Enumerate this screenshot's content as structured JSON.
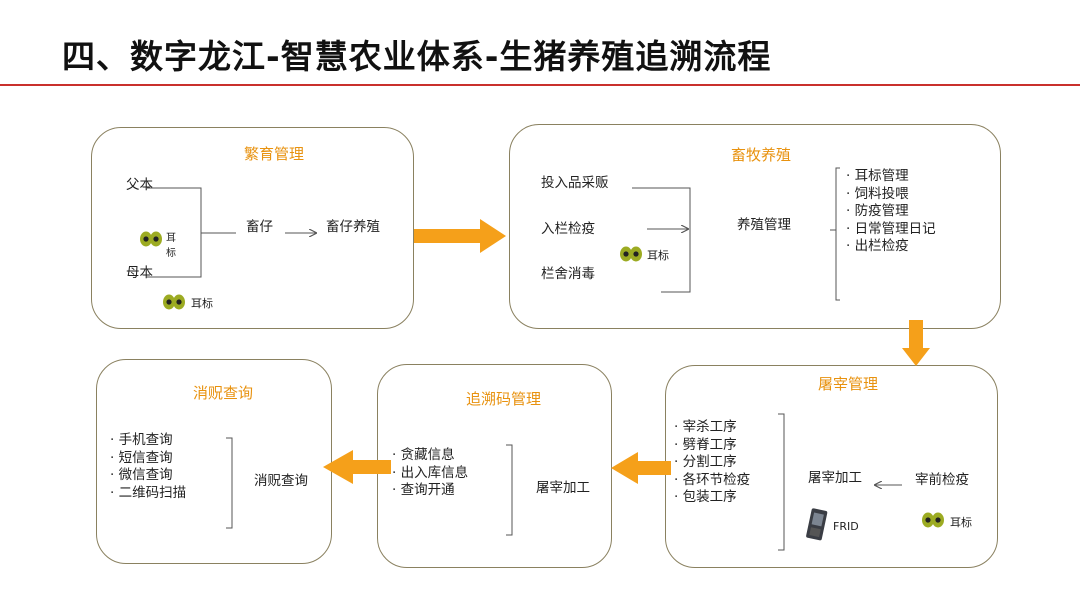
{
  "title": "四、数字龙江-智慧农业体系-生猪养殖追溯流程",
  "breeding": {
    "heading": "繁育管理",
    "father": "父本",
    "mother": "母本",
    "earTagInline1": "耳",
    "earTagInline2": "标",
    "earTag": "耳标",
    "piglet": "畜仔",
    "pigletRearing": "畜仔养殖"
  },
  "husbandry": {
    "heading": "畜牧养殖",
    "inputs": [
      "投入品采贩",
      "入栏检疫",
      "栏舍消毒"
    ],
    "earTag": "耳标",
    "center": "养殖管理",
    "items": [
      "耳标管理",
      "饲料投喂",
      "防疫管理",
      "日常管理日记",
      "出栏检疫"
    ]
  },
  "slaughter": {
    "heading": "屠宰管理",
    "items": [
      "宰杀工序",
      "劈脊工序",
      "分割工序",
      "各环节检疫",
      "包装工序"
    ],
    "center": "屠宰加工",
    "pre": "宰前检疫",
    "rfid": "FRID",
    "earTag": "耳标"
  },
  "trace": {
    "heading": "追溯码管理",
    "items": [
      "贪藏信息",
      "出入库信息",
      "查询开通"
    ],
    "center": "屠宰加工"
  },
  "consumer": {
    "heading": "消贶查询",
    "items": [
      "手机查询",
      "短信查询",
      "微信查询",
      "二维码扫描"
    ],
    "center": "消贶查询"
  }
}
